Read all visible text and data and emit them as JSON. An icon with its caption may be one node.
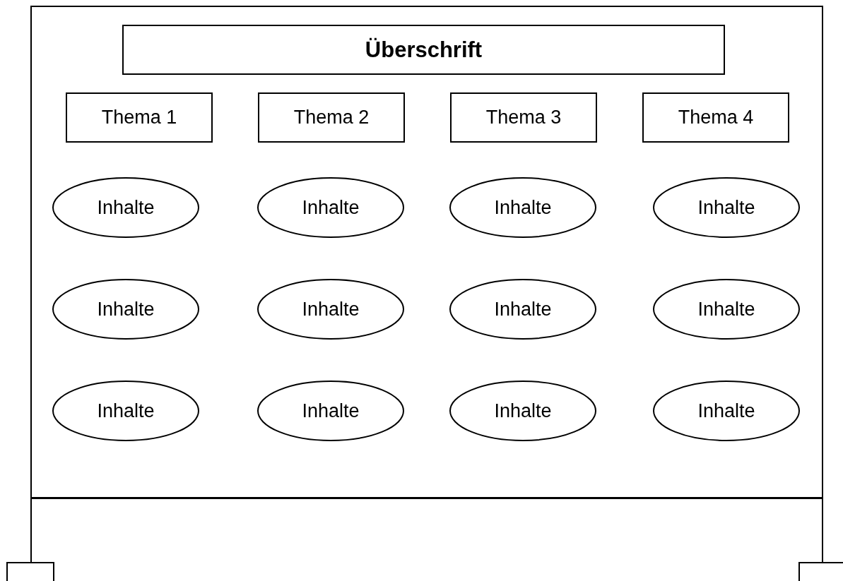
{
  "diagram": {
    "nodes": [
      {
        "text": [],
        "shape": "box"
      },
      {
        "text": [
          "Überschrift"
        ],
        "in": 0
      },
      {
        "text": [
          "Thema 1"
        ],
        "in": 0
      },
      {
        "text": [
          "Thema 2"
        ],
        "in": 0
      },
      {
        "text": [
          "Thema 3"
        ],
        "in": 0
      },
      {
        "text": [
          "Thema 4"
        ],
        "in": 0
      },
      {
        "text": [
          "Inhalte"
        ],
        "in": 0
      },
      {
        "text": [
          "Inhalte"
        ],
        "in": 0
      },
      {
        "text": [
          "Inhalte"
        ],
        "in": 0
      },
      {
        "text": [
          "Inhalte"
        ],
        "in": 0
      },
      {
        "text": [
          "Inhalte"
        ],
        "in": 0
      },
      {
        "text": [
          "Inhalte"
        ],
        "in": 0
      },
      {
        "text": [
          "Inhalte"
        ],
        "in": 0
      },
      {
        "text": [
          "Inhalte"
        ],
        "in": 0
      },
      {
        "text": [
          "Inhalte"
        ],
        "in": 0
      },
      {
        "text": [
          "Inhalte"
        ],
        "in": 0
      },
      {
        "text": [
          "Inhalte"
        ],
        "in": 0
      },
      {
        "text": [
          "Inhalte"
        ],
        "in": 0
      }
    ]
  }
}
